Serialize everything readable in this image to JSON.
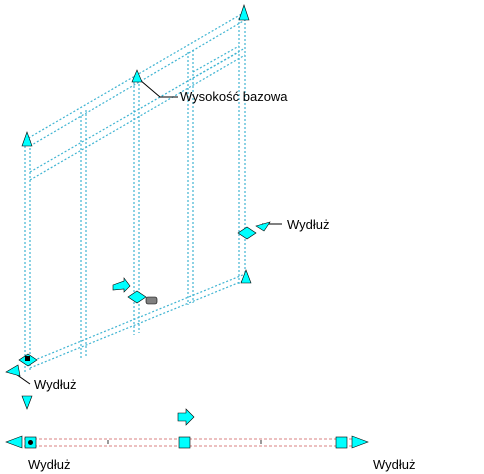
{
  "labels": {
    "base_height": "Wysokość bazowa",
    "lengthen_right": "Wydłuż",
    "lengthen_left": "Wydłuż",
    "plan_lengthen_left": "Wydłuż",
    "plan_lengthen_right": "Wydłuż"
  },
  "colors": {
    "grip": "#00ffff",
    "grip_stroke": "#000000",
    "frame_line": "#3fb4d2",
    "frame_dots": "#7fd8ea",
    "hidden_line": "#d88080",
    "leader": "#000000",
    "lock": "#808080"
  }
}
